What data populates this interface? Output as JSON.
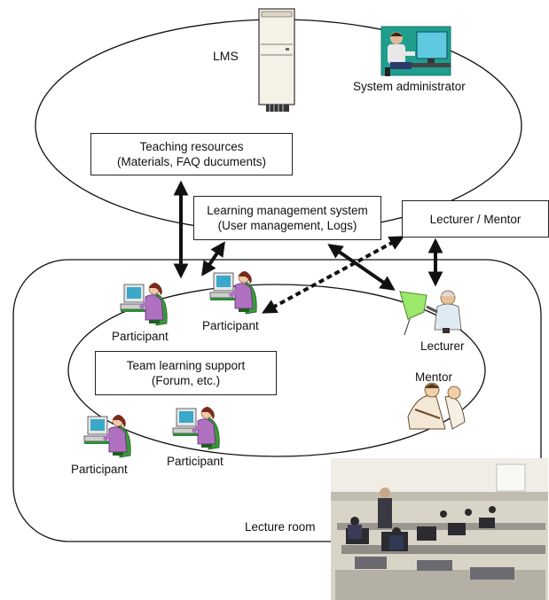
{
  "labels": {
    "lms": "LMS",
    "system_admin": "System administrator",
    "lecture_room": "Lecture room",
    "lecturer": "Lecturer",
    "mentor": "Mentor",
    "participant": "Participant"
  },
  "boxes": {
    "teaching_resources": {
      "line1": "Teaching resources",
      "line2": "(Materials, FAQ ducuments)"
    },
    "lms_box": {
      "line1": "Learning management system",
      "line2": "(User management, Logs)"
    },
    "lecturer_mentor": {
      "line1": "Lecturer / Mentor"
    },
    "team_support": {
      "line1": "Team learning support",
      "line2": "(Forum, etc.)"
    }
  },
  "colors": {
    "participant_body": "#b070c0",
    "participant_hair": "#7a2a1a",
    "monitor": "#3aa8c8",
    "chair": "#3b9a3b",
    "lecturer_board": "#9be86a",
    "line": "#111111"
  }
}
